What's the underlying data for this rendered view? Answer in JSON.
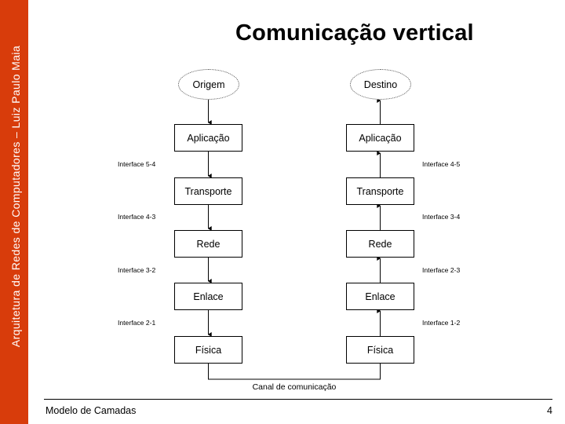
{
  "slide": {
    "title": "Comunicação vertical",
    "sidebar_text": "Arquitetura de Redes de Computadores – Luiz Paulo Maia",
    "sidebar_color": "#d83c0b",
    "background_color": "#ffffff",
    "line_color": "#000000"
  },
  "diagram": {
    "type": "layered-protocol-stack",
    "left_stack": {
      "endpoint": "Origem",
      "direction": "down",
      "layers": [
        "Aplicação",
        "Transporte",
        "Rede",
        "Enlace",
        "Física"
      ],
      "interfaces": [
        "Interface 5-4",
        "Interface 4-3",
        "Interface 3-2",
        "Interface 2-1"
      ]
    },
    "right_stack": {
      "endpoint": "Destino",
      "direction": "up",
      "layers": [
        "Aplicação",
        "Transporte",
        "Rede",
        "Enlace",
        "Física"
      ],
      "interfaces": [
        "Interface 4-5",
        "Interface 3-4",
        "Interface 2-3",
        "Interface 1-2"
      ]
    },
    "channel_label": "Canal de comunicação"
  },
  "footer": {
    "left": "Modelo de Camadas",
    "page_number": "4"
  }
}
